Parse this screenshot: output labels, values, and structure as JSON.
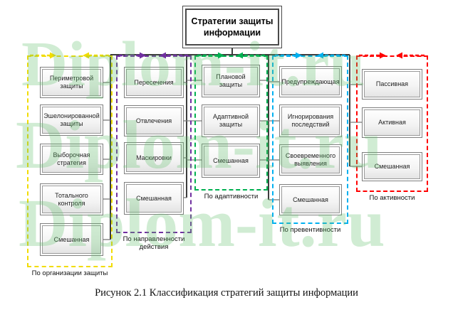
{
  "title": {
    "text": "Стратегии защиты информации"
  },
  "groups": [
    {
      "name": "По организации защиты",
      "color": "#F2DC00",
      "items": [
        "Периметровой защиты",
        "Эшелонированной защиты",
        "Выборочная стратегия",
        "Тотального контроля",
        "Смешанная"
      ]
    },
    {
      "name": "По направленности действия",
      "color": "#7030A0",
      "items": [
        "Пересечения",
        "Отвлечения",
        "Маскировки",
        "Смешанная"
      ]
    },
    {
      "name": "По адаптивности",
      "color": "#00B050",
      "items": [
        "Плановой защиты",
        "Адаптивной защиты",
        "Смешанная"
      ]
    },
    {
      "name": "По превентивности",
      "color": "#00B0F0",
      "items": [
        "Предупреждающая",
        "Игнорирования последствий",
        "Своевременного выявления",
        "Смешанная"
      ]
    },
    {
      "name": "По активности",
      "color": "#FF0000",
      "items": [
        "Пассивная",
        "Активная",
        "Смешанная"
      ]
    }
  ],
  "caption": "Рисунок 2.1 Классификация стратегий защиты информации",
  "watermark": {
    "text": "Diplom-it.ru",
    "color": "rgba(98,193,109,0.30)"
  },
  "connector_color": "#3d3d3d",
  "stub_color": "#7a7a7a"
}
